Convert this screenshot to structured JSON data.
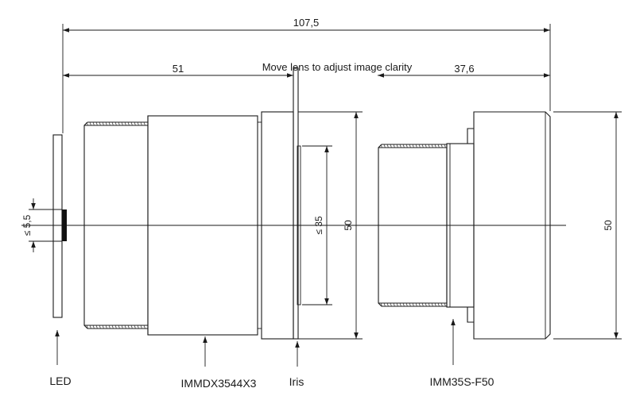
{
  "dimensions": {
    "overall": "107,5",
    "left": "51",
    "right": "37,6",
    "led_aperture": "≤ 5,5",
    "iris_aperture": "≤ 35",
    "lens_left_height": "50",
    "lens_right_height": "50"
  },
  "annotations": {
    "adjust_note": "Move lens to adjust image clarity"
  },
  "labels": {
    "led": "LED",
    "left_lens": "IMMDX3544X3",
    "iris": "Iris",
    "right_lens": "IMM35S-F50"
  },
  "colors": {
    "line": "#1a1a1a",
    "background": "#ffffff"
  }
}
